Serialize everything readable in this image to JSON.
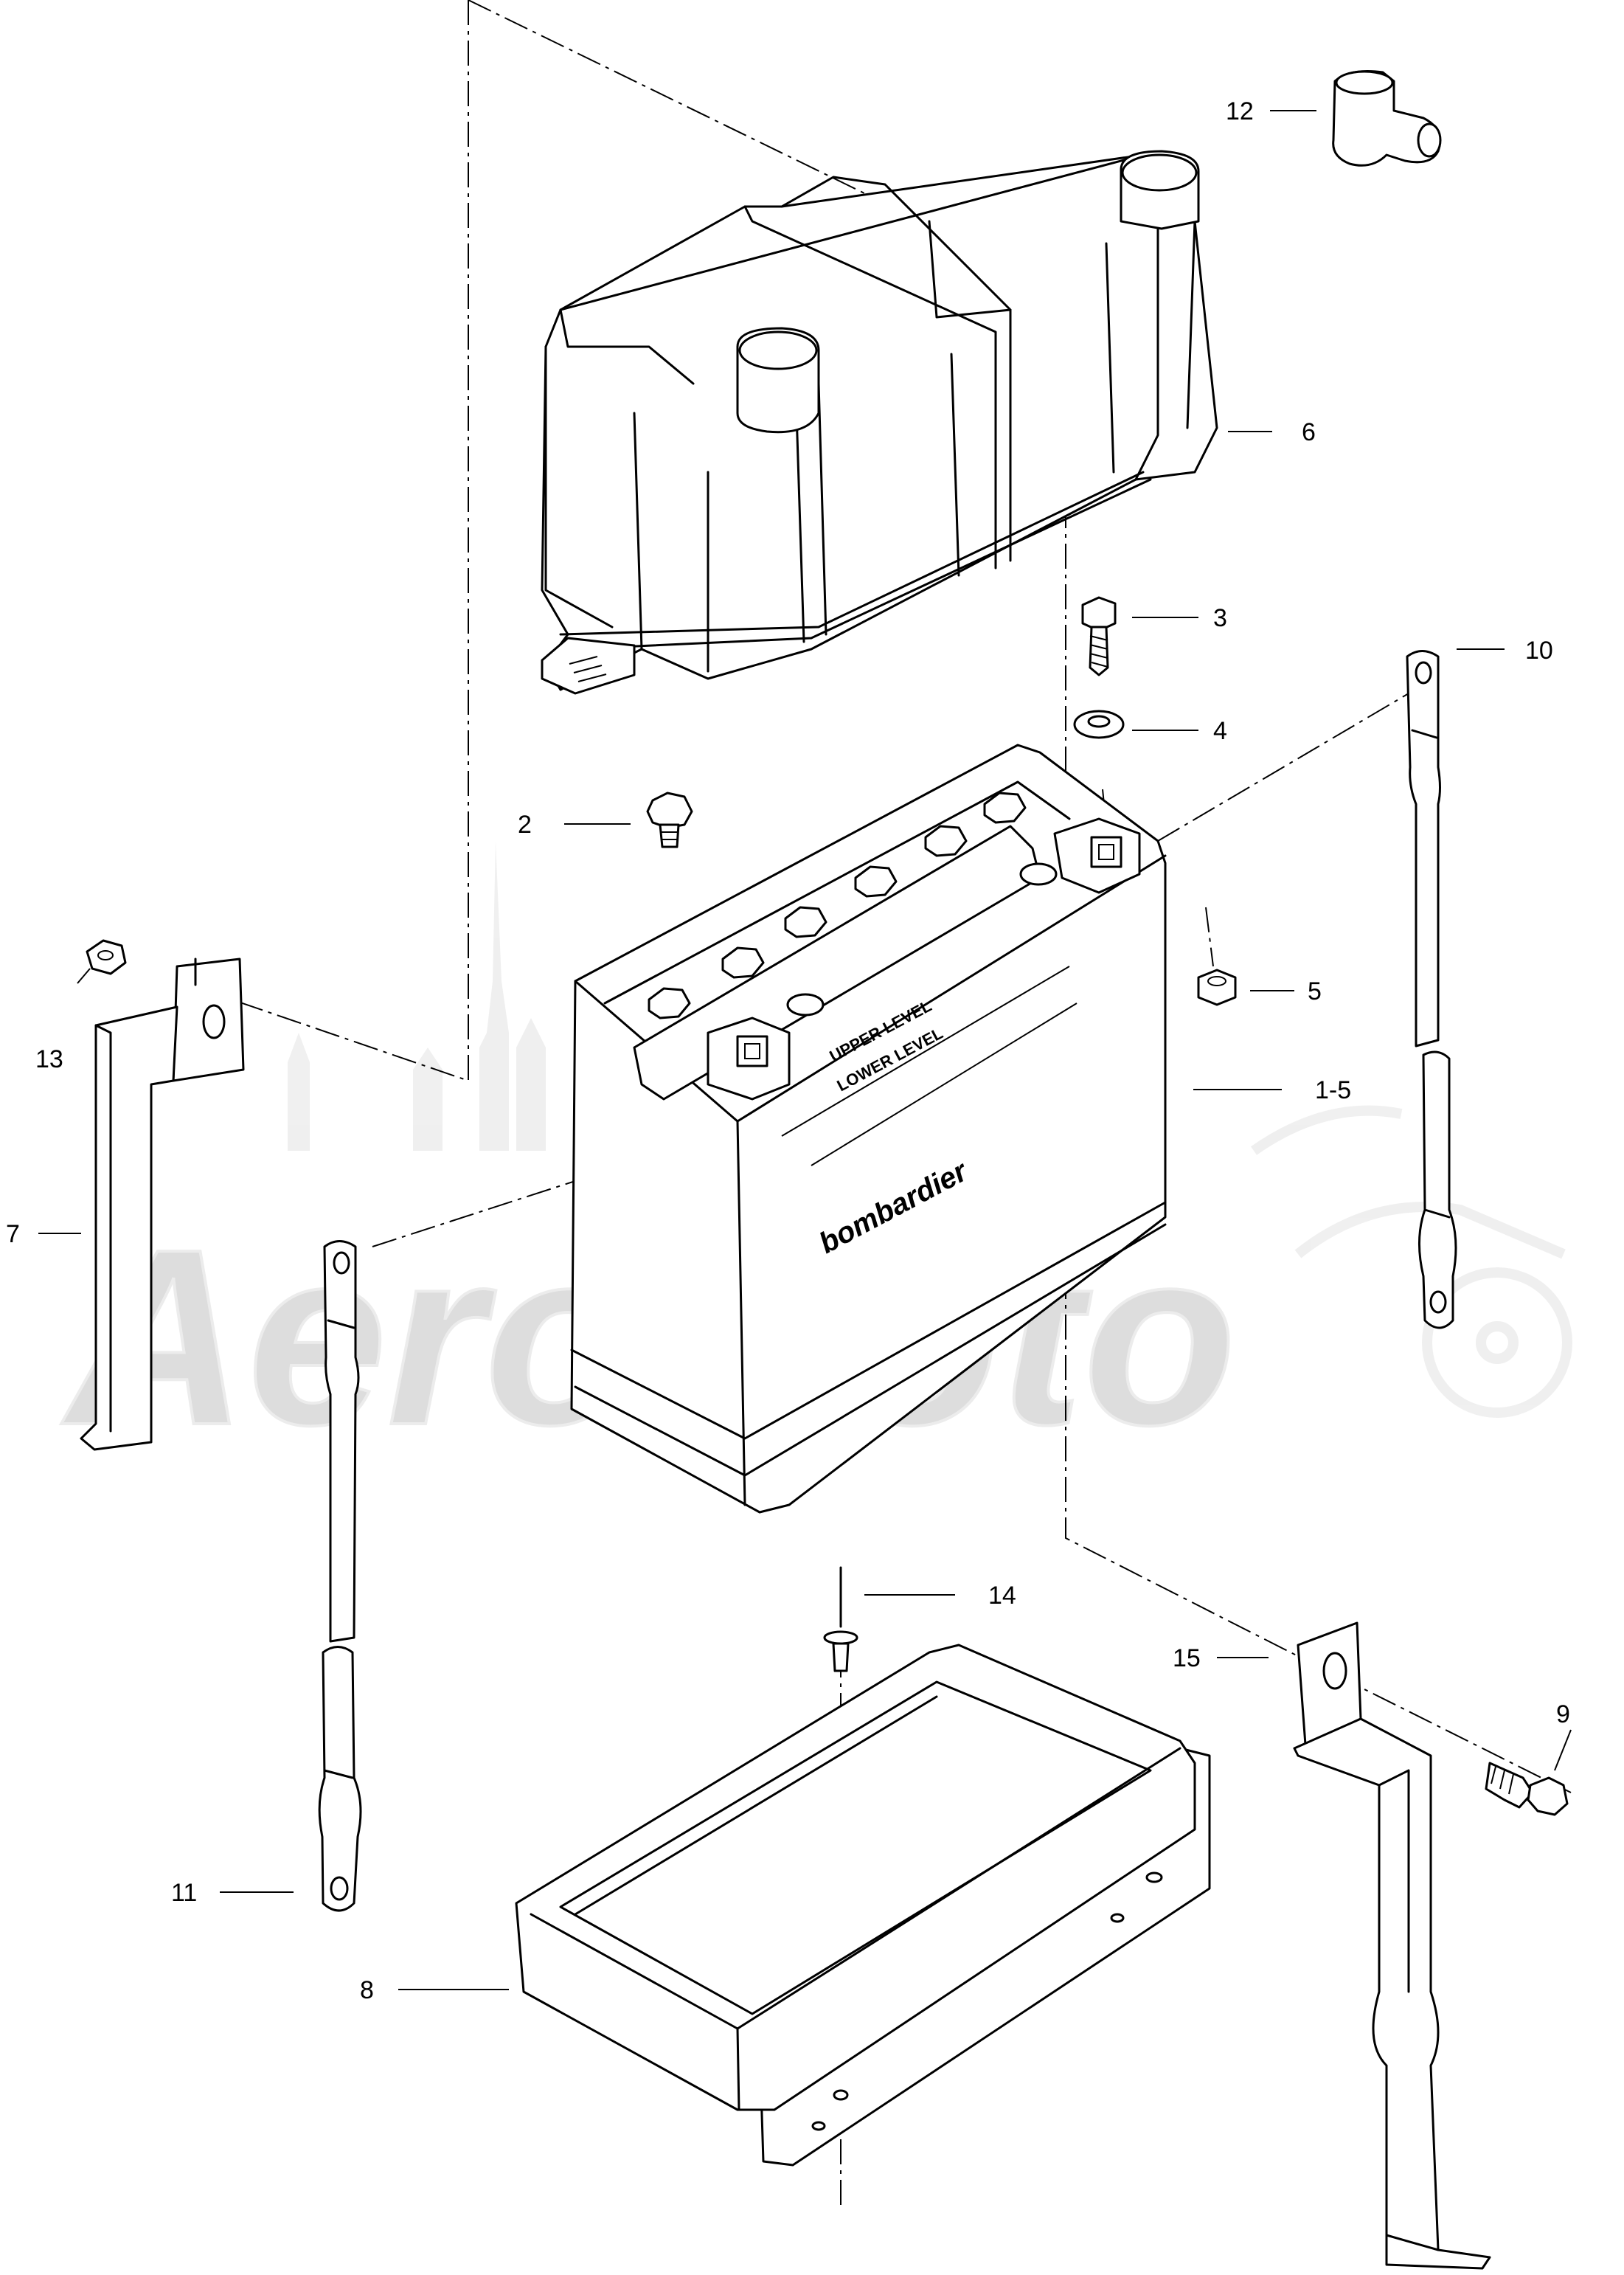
{
  "watermark": {
    "text": "AeroMoto"
  },
  "battery": {
    "markings": {
      "upper_level": "UPPER LEVEL",
      "lower_level": "LOWER LEVEL",
      "brand": "bombardier"
    }
  },
  "parts": [
    {
      "id": "part-12",
      "label": "12"
    },
    {
      "id": "part-6",
      "label": "6"
    },
    {
      "id": "part-3",
      "label": "3"
    },
    {
      "id": "part-10",
      "label": "10"
    },
    {
      "id": "part-4",
      "label": "4"
    },
    {
      "id": "part-2",
      "label": "2"
    },
    {
      "id": "part-5",
      "label": "5"
    },
    {
      "id": "part-13",
      "label": "13"
    },
    {
      "id": "part-1-5",
      "label": "1-5"
    },
    {
      "id": "part-7",
      "label": "7"
    },
    {
      "id": "part-14",
      "label": "14"
    },
    {
      "id": "part-15",
      "label": "15"
    },
    {
      "id": "part-9",
      "label": "9"
    },
    {
      "id": "part-11",
      "label": "11"
    },
    {
      "id": "part-8",
      "label": "8"
    }
  ]
}
